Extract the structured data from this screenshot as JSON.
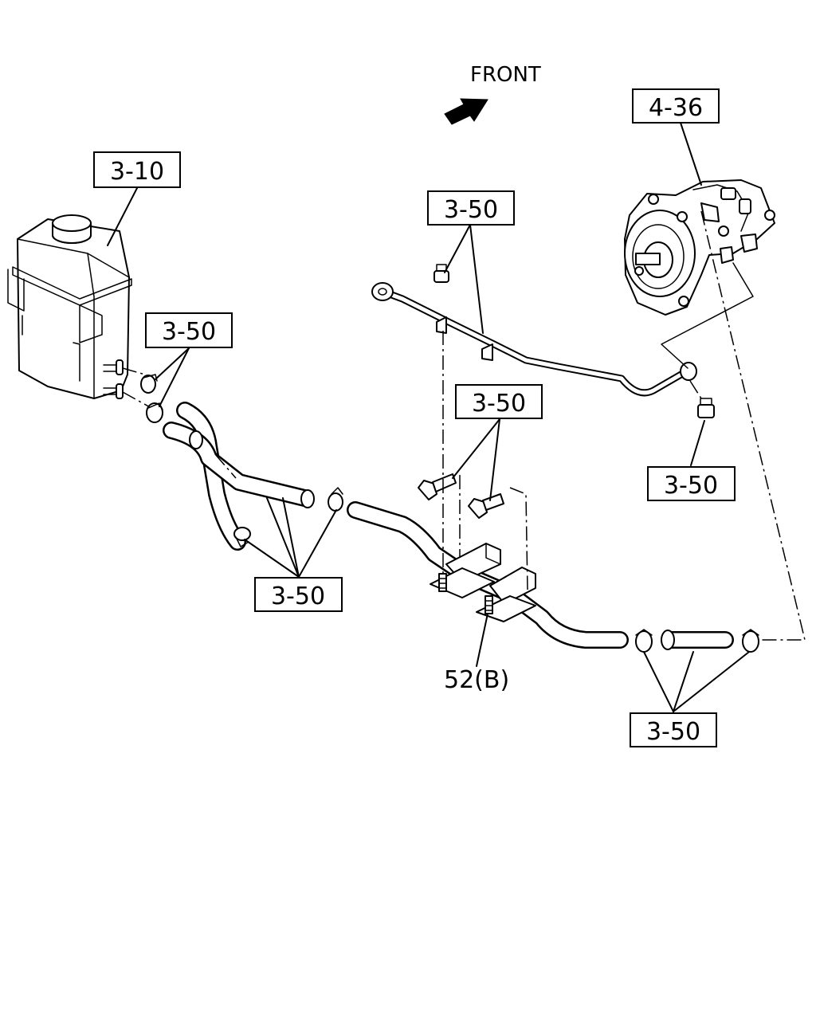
{
  "front_label": "FRONT",
  "callouts": {
    "reservoir": "3-10",
    "pump": "4-36",
    "upper_pipe": "3-50",
    "reservoir_clamps": "3-50",
    "bracket_bolts": "3-50",
    "pump_nut": "3-50",
    "lower_hoses": "3-50",
    "rear_hose_clamps": "3-50",
    "bracket_screw": "52(B)"
  }
}
